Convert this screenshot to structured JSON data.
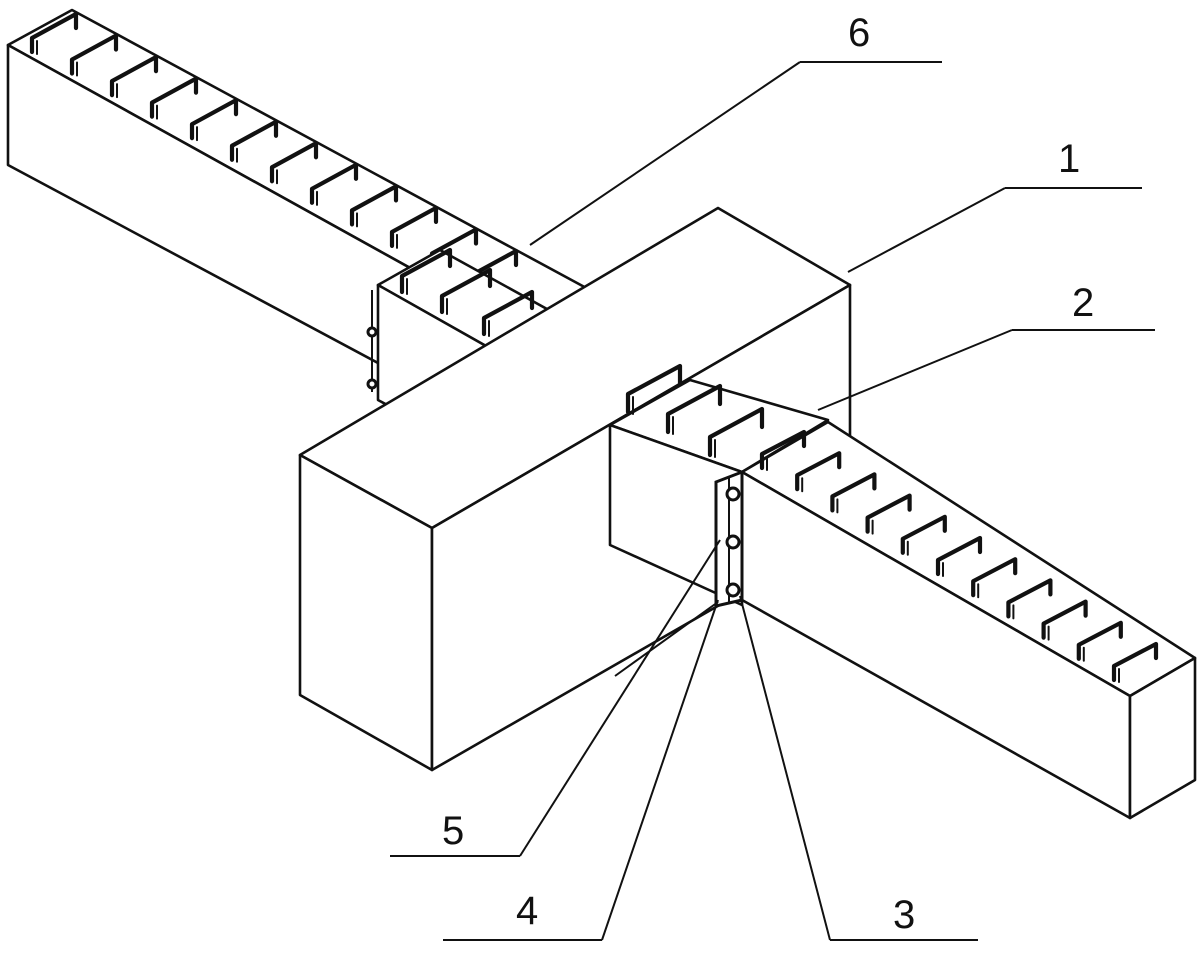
{
  "labels": {
    "l1": "1",
    "l2": "2",
    "l3": "3",
    "l4": "4",
    "l5": "5",
    "l6": "6"
  },
  "colors": {
    "ink": "#111111",
    "paper": "#ffffff"
  }
}
